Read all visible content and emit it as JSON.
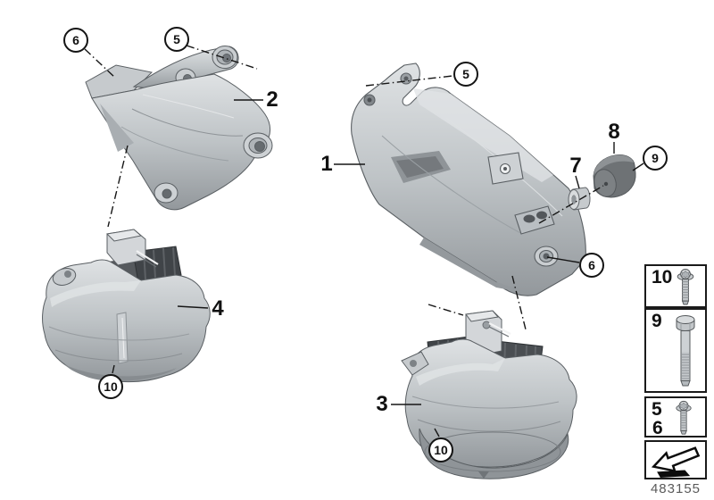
{
  "doc_number": "483155",
  "labels": {
    "p1": "1",
    "p2": "2",
    "p3": "3",
    "p4": "4",
    "p7": "7",
    "p8": "8"
  },
  "callouts": {
    "c6_bracket2": "6",
    "c5_bracket2": "5",
    "c5_bracket1": "5",
    "c9": "9",
    "c6_bracket1": "6",
    "c10_mount4": "10",
    "c10_mount3": "10"
  },
  "legend": {
    "row_10": "10",
    "row_9": "9",
    "row_5": "5",
    "row_6": "6"
  },
  "icons": {
    "legend_row_10": "torx-flange-bolt-icon",
    "legend_row_9": "hex-bolt-icon",
    "legend_row_5_6": "torx-flange-bolt-icon",
    "legend_direction": "direction-arrow-icon"
  },
  "colors": {
    "background": "#ffffff",
    "line": "#161616",
    "metal_light": "#dfe2e4",
    "metal_mid": "#bec3c6",
    "metal_dark": "#93989c",
    "rubber_dark": "#404448",
    "damper_gray": "#6e7275",
    "doc_number_text": "#5a5a5a"
  }
}
